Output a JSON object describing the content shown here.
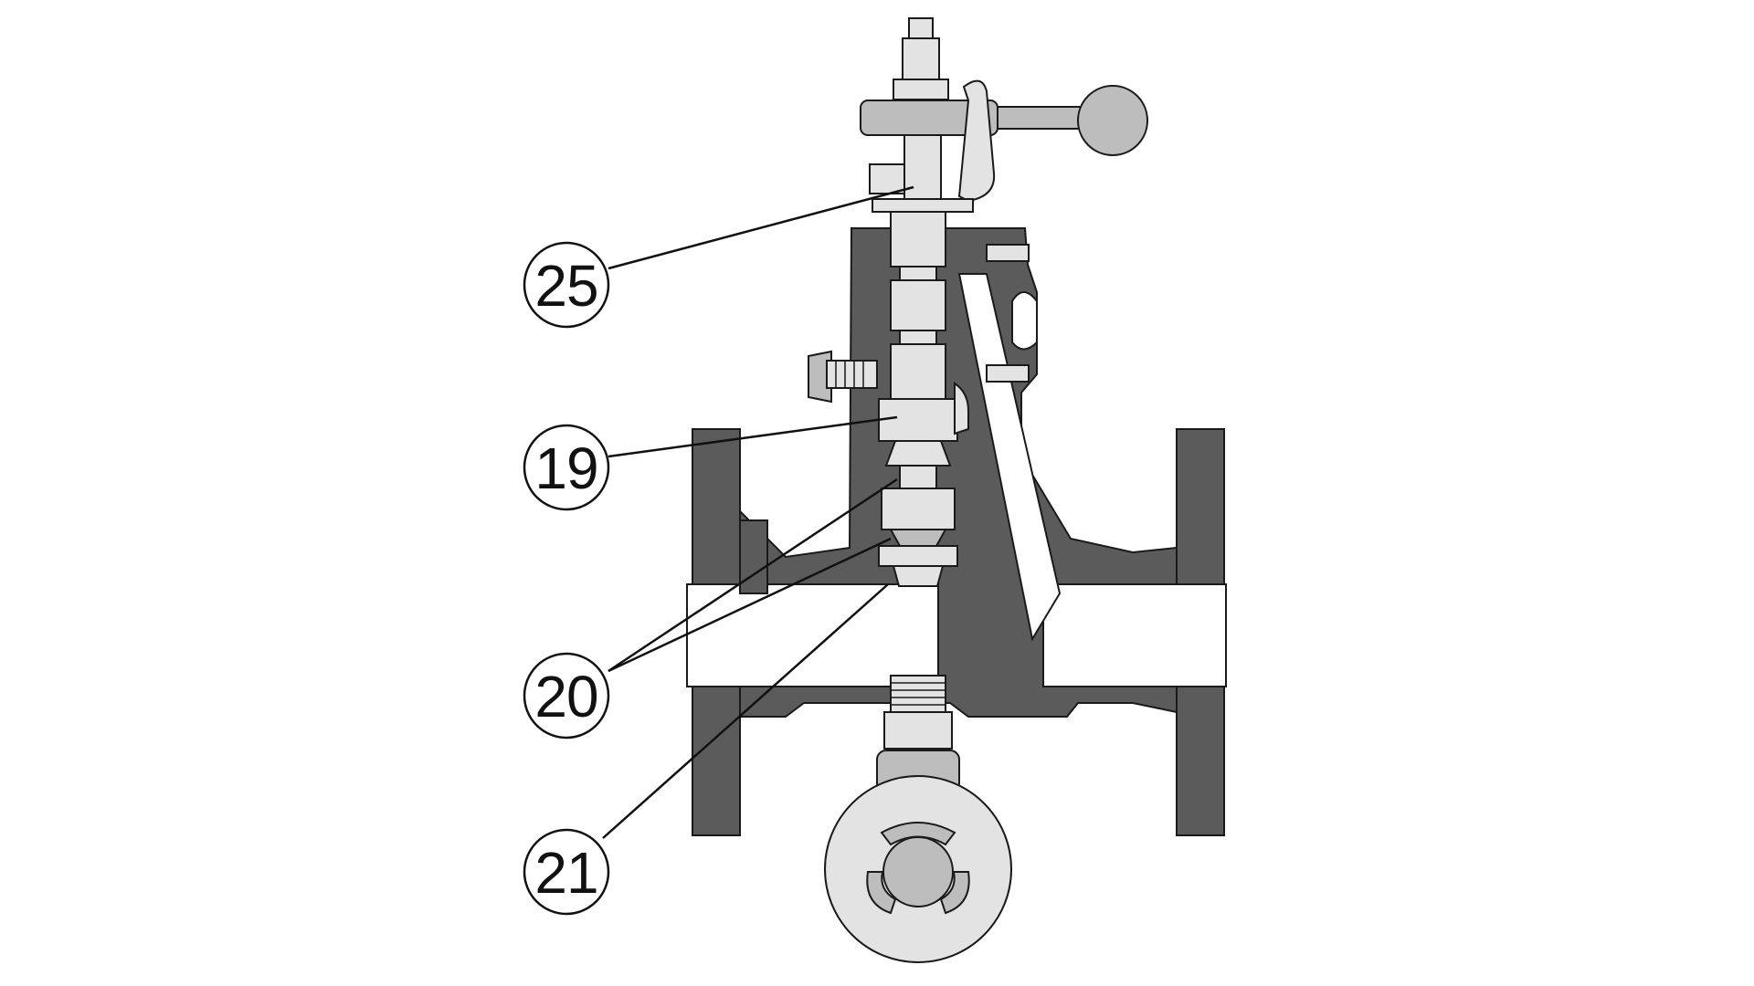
{
  "callouts": [
    {
      "id": "25",
      "label": "25"
    },
    {
      "id": "19",
      "label": "19"
    },
    {
      "id": "20",
      "label": "20"
    },
    {
      "id": "21",
      "label": "21"
    }
  ],
  "colors": {
    "body": "#5b5b5b",
    "parts": "#e3e3e3",
    "outline": "#1a1a1a",
    "background": "#ffffff"
  }
}
